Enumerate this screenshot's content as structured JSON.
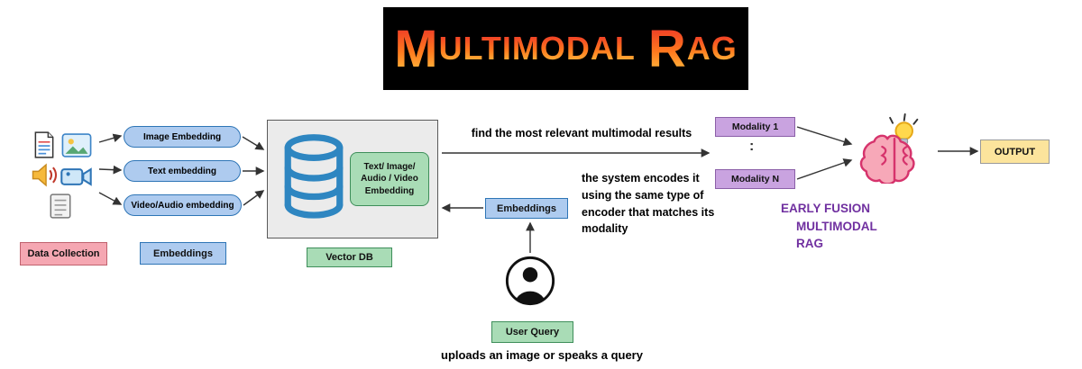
{
  "banner": {
    "word1_initial": "M",
    "word1_rest": "ULTIMODAL",
    "word2_initial": "R",
    "word2_rest": "AG"
  },
  "ingestion": {
    "source_icons": [
      "document-icon",
      "image-icon",
      "speaker-icon",
      "video-camera-icon",
      "notes-icon"
    ],
    "data_collection_label": "Data Collection",
    "embedding_pills": [
      "Image Embedding",
      "Text embedding",
      "Video/Audio embedding"
    ],
    "embeddings_label": "Embeddings",
    "db_icon": "database-icon",
    "vector_db_inner_label": "Text/ Image/ Audio / Video Embedding",
    "vector_db_label": "Vector DB"
  },
  "retrieval": {
    "find_text": "find the most relevant multimodal results",
    "encode_text": "the system encodes it using the same type of encoder that matches its modality",
    "embeddings_label": "Embeddings",
    "user_icon": "user-icon",
    "user_query_label": "User Query",
    "caption": "uploads an image or speaks a query"
  },
  "fusion": {
    "modality_top": "Modality 1",
    "dots": ":",
    "modality_bottom": "Modality N",
    "brain_icon": "brain-lightbulb-icon",
    "title_lines": [
      "EARLY FUSION",
      "MULTIMODAL",
      "RAG"
    ],
    "output_label": "OUTPUT"
  },
  "colors": {
    "banner_bg": "#000000",
    "banner_gradient_top": "#e8262a",
    "banner_gradient_bottom": "#ffd24a",
    "pill_blue": "#aecbef",
    "pill_blue_border": "#2e75b6",
    "pink": "#f5a7b2",
    "green": "#a9dcb6",
    "purple_box": "#c9a3e0",
    "purple_text": "#7030a0",
    "yellow": "#fce49c",
    "db_blue": "#2e86c1"
  }
}
